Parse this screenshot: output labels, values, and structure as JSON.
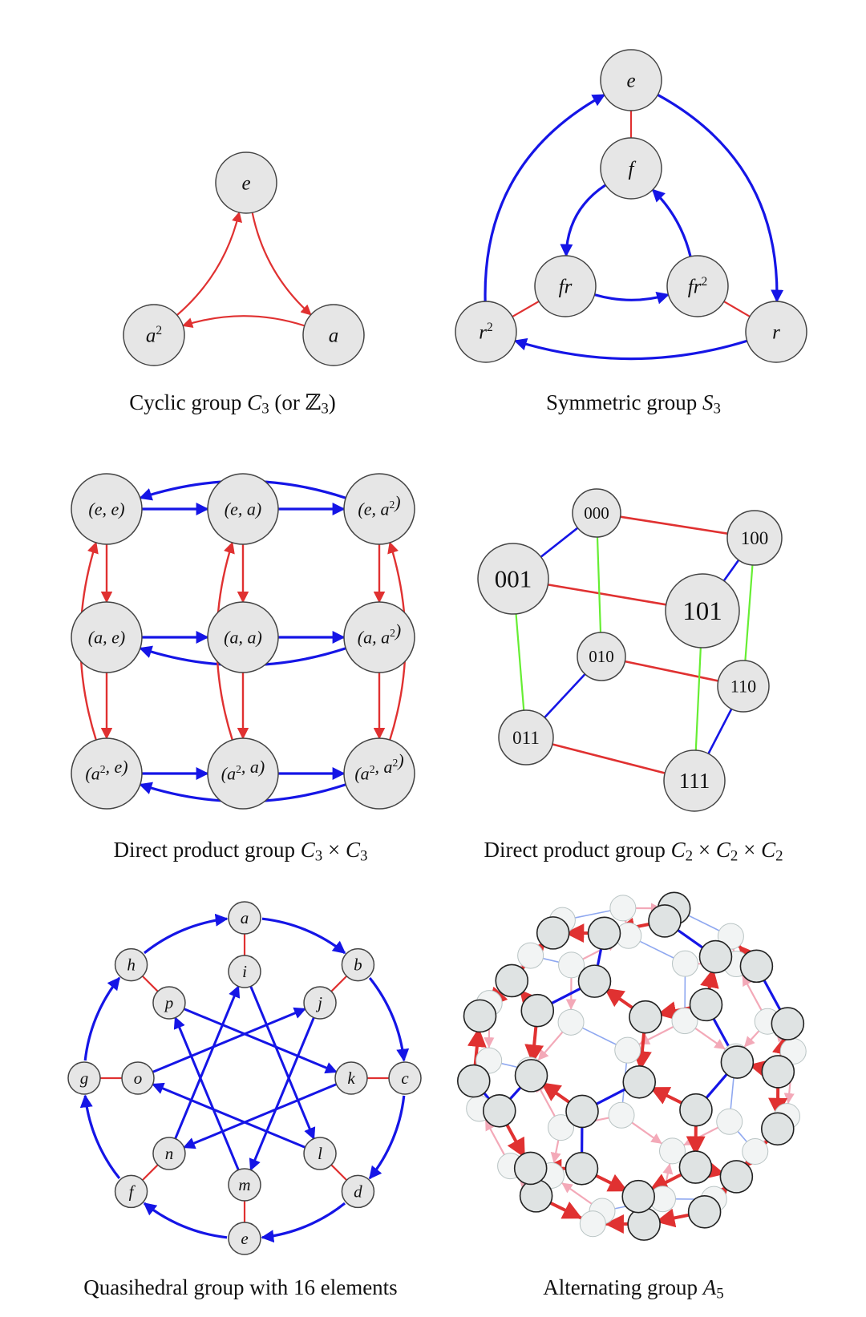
{
  "colors": {
    "red": "#e03131",
    "blue": "#1515e6",
    "green": "#66ee33",
    "node_fill": "#e6e6e6",
    "node_stroke": "#444444",
    "faint_red": "#f3a9b8",
    "faint_blue": "#8fa8f0",
    "faint_node": "#f2f4f4"
  },
  "captions": {
    "c3": {
      "pre": "Cyclic group ",
      "math": "C",
      "sub": "3",
      "post": " (or ℤ",
      "post_sub": "3",
      "post_end": ")"
    },
    "s3": {
      "pre": "Symmetric group ",
      "math": "S",
      "sub": "3"
    },
    "c3c3": {
      "pre": "Direct product group ",
      "m1": "C",
      "s1": "3",
      "times": " × ",
      "m2": "C",
      "s2": "3"
    },
    "c2c2c2": {
      "pre": "Direct product group ",
      "m1": "C",
      "s1": "2",
      "t1": " × ",
      "m2": "C",
      "s2": "2",
      "t2": " × ",
      "m3": "C",
      "s3": "2"
    },
    "quasi": {
      "text": "Quasihedral group with 16 elements"
    },
    "a5": {
      "pre": "Alternating group ",
      "math": "A",
      "sub": "5"
    }
  },
  "c3_nodes": [
    {
      "id": "e",
      "label": "e"
    },
    {
      "id": "a",
      "label": "a"
    },
    {
      "id": "a2",
      "label": "a",
      "sup": "2"
    }
  ],
  "s3_nodes": [
    {
      "id": "e",
      "label": "e"
    },
    {
      "id": "f",
      "label": "f"
    },
    {
      "id": "fr",
      "label": "fr"
    },
    {
      "id": "fr2",
      "label": "fr",
      "sup": "2"
    },
    {
      "id": "r2",
      "label": "r",
      "sup": "2"
    },
    {
      "id": "r",
      "label": "r"
    }
  ],
  "c3c3_nodes": [
    {
      "id": "ee",
      "label": "(e, e)"
    },
    {
      "id": "ea",
      "label": "(e, a)"
    },
    {
      "id": "ea2",
      "label": "(e, a",
      "sup": "2",
      "close": ")"
    },
    {
      "id": "ae",
      "label": "(a, e)"
    },
    {
      "id": "aa",
      "label": "(a, a)"
    },
    {
      "id": "aa2",
      "label": "(a, a",
      "sup": "2",
      "close": ")"
    },
    {
      "id": "a2e",
      "label": "(a",
      "sup": "2",
      "close": ", e)"
    },
    {
      "id": "a2a",
      "label": "(a",
      "sup": "2",
      "close": ", a)"
    },
    {
      "id": "a2a2",
      "label": "(a",
      "sup": "2",
      "close": ", a",
      "sup2": "2",
      "close2": ")"
    }
  ],
  "cube_nodes": [
    {
      "id": "000",
      "label": "000"
    },
    {
      "id": "100",
      "label": "100"
    },
    {
      "id": "001",
      "label": "001"
    },
    {
      "id": "101",
      "label": "101"
    },
    {
      "id": "010",
      "label": "010"
    },
    {
      "id": "110",
      "label": "110"
    },
    {
      "id": "011",
      "label": "011"
    },
    {
      "id": "111",
      "label": "111"
    }
  ],
  "quasi_nodes": [
    {
      "id": "a",
      "label": "a"
    },
    {
      "id": "b",
      "label": "b"
    },
    {
      "id": "c",
      "label": "c"
    },
    {
      "id": "d",
      "label": "d"
    },
    {
      "id": "e",
      "label": "e"
    },
    {
      "id": "f",
      "label": "f"
    },
    {
      "id": "g",
      "label": "g"
    },
    {
      "id": "h",
      "label": "h"
    },
    {
      "id": "i",
      "label": "i"
    },
    {
      "id": "j",
      "label": "j"
    },
    {
      "id": "k",
      "label": "k"
    },
    {
      "id": "l",
      "label": "l"
    },
    {
      "id": "m",
      "label": "m"
    },
    {
      "id": "n",
      "label": "n"
    },
    {
      "id": "o",
      "label": "o"
    },
    {
      "id": "p",
      "label": "p"
    }
  ]
}
